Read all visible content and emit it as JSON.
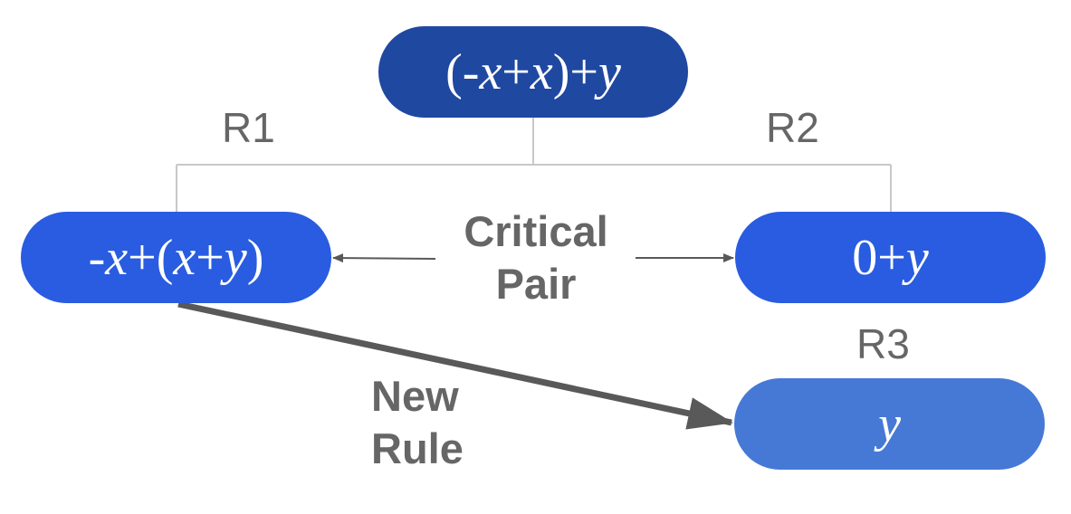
{
  "nodes": {
    "top": [
      "(-",
      "x",
      "+",
      "x",
      ")+",
      "y"
    ],
    "left": [
      "-",
      "x",
      "+(",
      "x",
      "+",
      "y",
      ")"
    ],
    "right": [
      "0+",
      "y"
    ],
    "bottom": [
      "y"
    ]
  },
  "rules": {
    "r1": "R1",
    "r2": "R2",
    "r3": "R3"
  },
  "critical_pair": {
    "line1": "Critical",
    "line2": "Pair"
  },
  "new_rule": {
    "line1": "New",
    "line2": "Rule"
  },
  "colors": {
    "top_node": "#1f48a1",
    "mid_nodes": "#295ce0",
    "result_node": "#4679d6",
    "connector": "#c8c8c8",
    "arrow": "#595959",
    "label_text": "#666666"
  }
}
